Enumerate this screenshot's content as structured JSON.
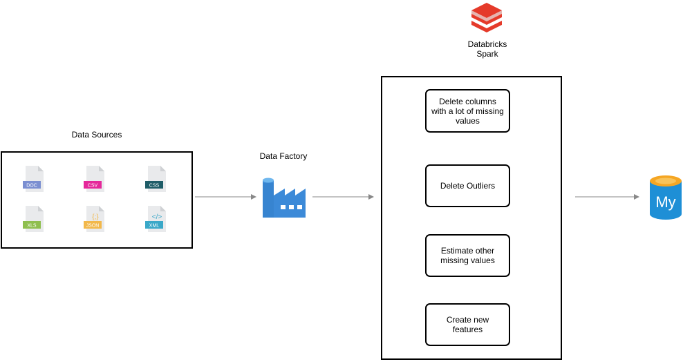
{
  "sources": {
    "title": "Data Sources",
    "files": [
      {
        "ext": "DOC",
        "color": "#7b8fd1"
      },
      {
        "ext": "CSV",
        "color": "#e5289a"
      },
      {
        "ext": "CSS",
        "color": "#1f5d68"
      },
      {
        "ext": "XLS",
        "color": "#8fbf4f"
      },
      {
        "ext": "JSON",
        "color": "#f2b84b",
        "glyph": "{;}"
      },
      {
        "ext": "XML",
        "color": "#3aa8c8",
        "glyph": "</>"
      }
    ]
  },
  "factory": {
    "title": "Data Factory",
    "icon": "data-factory-icon"
  },
  "databricks": {
    "title_line1": "Databricks",
    "title_line2": "Spark",
    "icon": "databricks-icon"
  },
  "steps": [
    "Delete columns with a lot of missing values",
    "Delete Outliers",
    "Estimate other missing values",
    "Create new features"
  ],
  "target": {
    "icon": "mysql-database-icon",
    "text": "My"
  },
  "colors": {
    "line": "#888888",
    "brand_red": "#e53a2a",
    "azure_blue": "#3c8ad8",
    "db_orange": "#f5a623"
  }
}
